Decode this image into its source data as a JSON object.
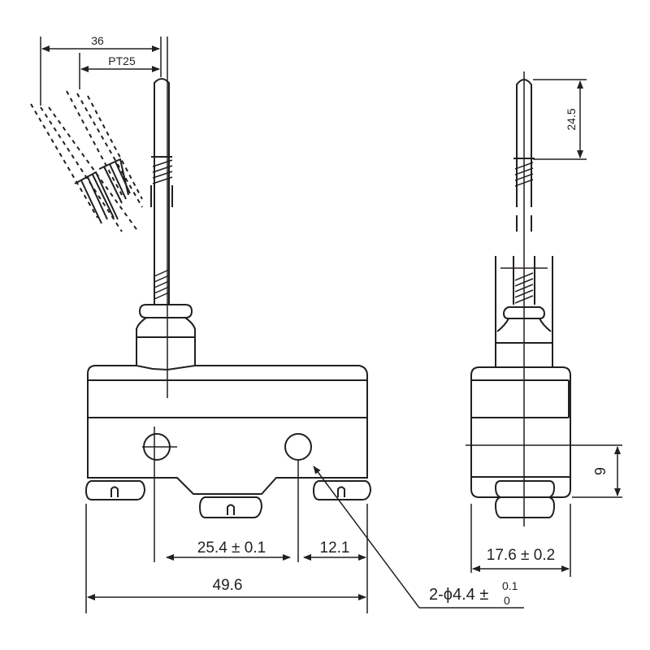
{
  "title": "Micro switch with coil spring lever - dimension drawing",
  "dimensions": {
    "lever_travel": "36",
    "pretravel": "PT25",
    "lever_tip_length": "24.5",
    "hole_pitch": "25.4 ± 0.1",
    "hole_to_edge": "12.1",
    "body_length": "49.6",
    "body_width": "17.6 ± 0.2",
    "hole_height": "9",
    "hole_spec": "2-ϕ4.4 ±",
    "hole_tol_upper": "0.1",
    "hole_tol_lower": "0"
  }
}
